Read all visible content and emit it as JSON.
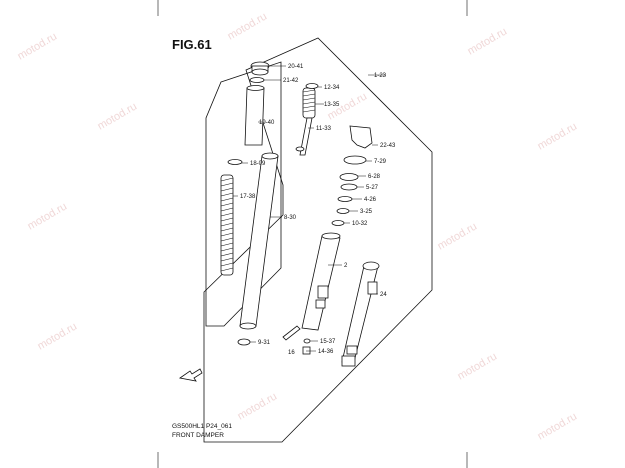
{
  "figure": {
    "title": "FIG.61",
    "code": "GS500HL1 P24_061",
    "caption": "FRONT DAMPER"
  },
  "watermark": "motod.ru",
  "callouts": {
    "c1": "1-23",
    "c2": "20-41",
    "c3": "21-42",
    "c4": "12-34",
    "c5": "13-35",
    "c6": "19-40",
    "c7": "11-33",
    "c8": "22-43",
    "c9": "18-09",
    "c10": "7-29",
    "c11": "6-28",
    "c12": "5-27",
    "c13": "17-38",
    "c14": "4-26",
    "c15": "3-25",
    "c16": "8-30",
    "c17": "10-32",
    "c18": "2",
    "c19": "24",
    "c20": "15-37",
    "c21": "16",
    "c22": "14-36",
    "c23": "9-31"
  }
}
